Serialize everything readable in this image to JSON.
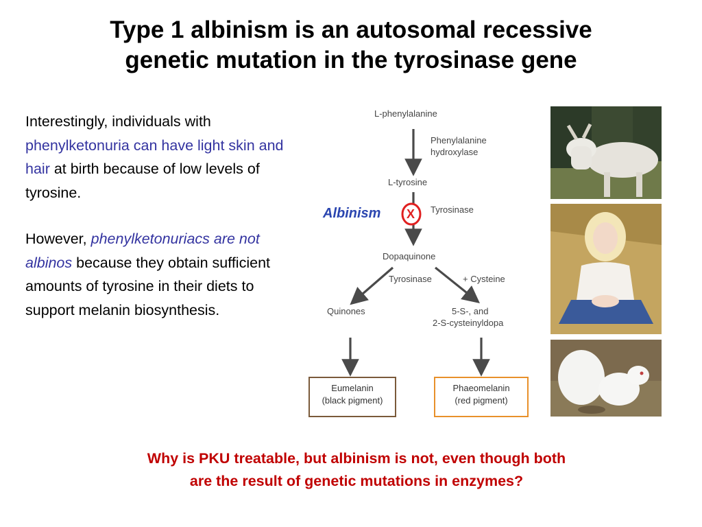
{
  "title": {
    "line1": "Type 1 albinism is an autosomal recessive",
    "line2": "genetic mutation in the tyrosinase gene"
  },
  "body": {
    "p1": {
      "part1": "Interestingly, individuals with ",
      "highlight": "phenylketonuria can have light skin and hair",
      "part2": " at birth because of low levels of tyrosine."
    },
    "p2": {
      "part1": "However, ",
      "highlight": "phenylketonuriacs are not albinos",
      "part2": " because they obtain sufficient amounts of tyrosine in their diets to support melanin biosynthesis."
    }
  },
  "pathway": {
    "phenylalanine": "L-phenylalanine",
    "enzyme1_line1": "Phenylalanine",
    "enzyme1_line2": "hydroxylase",
    "tyrosine": "L-tyrosine",
    "albinism": "Albinism",
    "block_mark": "X",
    "enzyme2": "Tyrosinase",
    "dopaquinone": "Dopaquinone",
    "enzyme3": "Tyrosinase",
    "cysteine": "+ Cysteine",
    "quinones": "Quinones",
    "cysteinyldopa_line1": "5-S-, and",
    "cysteinyldopa_line2": "2-S-cysteinyldopa",
    "eumelanin_line1": "Eumelanin",
    "eumelanin_line2": "(black pigment)",
    "phaeomelanin_line1": "Phaeomelanin",
    "phaeomelanin_line2": "(red pigment)"
  },
  "colors": {
    "highlight": "#3333a0",
    "question": "#c00000",
    "albinism": "#2b46b0",
    "block": "#e02020",
    "eumelanin_border": "#7a5a3a",
    "phaeomelanin_border": "#e8902a"
  },
  "question": {
    "line1": "Why is PKU treatable, but albinism is not, even though both",
    "line2": "are the result of genetic mutations in enzymes?"
  }
}
